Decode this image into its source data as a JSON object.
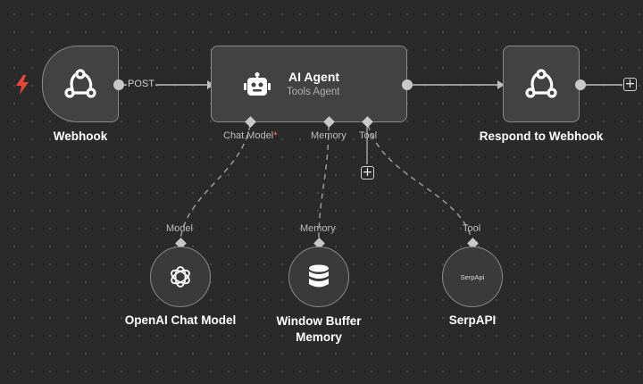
{
  "trigger": {
    "icon": "lightning-bolt-icon",
    "color": "#e8473a"
  },
  "nodes": {
    "webhook": {
      "title": "Webhook",
      "icon": "webhook-icon",
      "output_label": "POST"
    },
    "ai_agent": {
      "title": "AI Agent",
      "subtitle": "Tools Agent",
      "icon": "robot-icon",
      "inputs": {
        "chat_model": "Chat Model",
        "chat_model_required": "*",
        "memory": "Memory",
        "tool": "Tool"
      }
    },
    "respond": {
      "title": "Respond to Webhook",
      "icon": "webhook-icon"
    }
  },
  "sub_nodes": {
    "openai": {
      "title": "OpenAI Chat Model",
      "label": "Model",
      "icon": "openai-icon"
    },
    "memory": {
      "title_line1": "Window Buffer",
      "title_line2": "Memory",
      "label": "Memory",
      "icon": "database-icon"
    },
    "serpapi": {
      "title": "SerpAPI",
      "label": "Tool",
      "logo_text": "SerpApi"
    }
  },
  "colors": {
    "canvas": "#2a2a2a",
    "node": "#424242",
    "border": "#8a8a8a",
    "required": "#ff6d5a"
  }
}
